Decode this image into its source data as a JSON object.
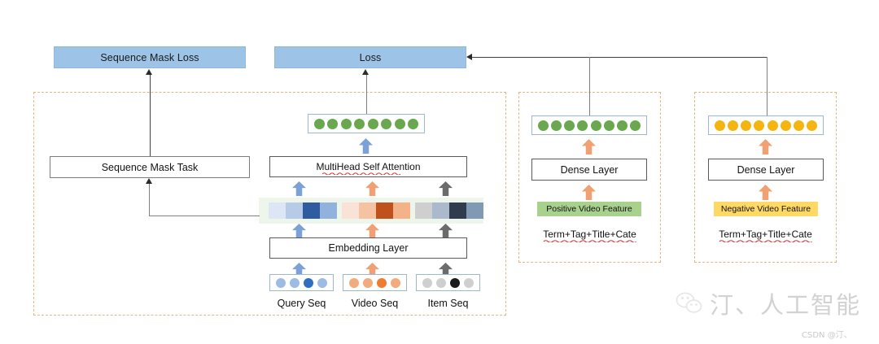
{
  "diagram": {
    "title_nodes": {
      "sequence_mask_loss": "Sequence Mask Loss",
      "loss": "Loss",
      "sequence_mask_task": "Sequence Mask Task",
      "multihead_self_attention": "MultiHead Self Attention",
      "embedding_layer": "Embedding Layer",
      "dense_layer_positive": "Dense Layer",
      "dense_layer_negative": "Dense Layer"
    },
    "chips": {
      "positive_video_feature": "Positive Video Feature",
      "negative_video_feature": "Negative Video Feature"
    },
    "feature_labels": {
      "positive": "Term+Tag+Title+Cate",
      "negative": "Term+Tag+Title+Cate"
    },
    "sequence_captions": {
      "query": "Query Seq",
      "video": "Video Seq",
      "item": "Item Seq"
    },
    "token_rows": {
      "attention_output": {
        "count": 8,
        "color": "#6aa84f"
      },
      "positive_output": {
        "count": 8,
        "color": "#6aa84f"
      },
      "negative_output": {
        "count": 8,
        "color": "#f5b510"
      },
      "query_seq": {
        "count": 4,
        "colors": [
          "#9dbce3",
          "#9dbce3",
          "#2f6fc0",
          "#9dbce3"
        ]
      },
      "video_seq": {
        "count": 4,
        "colors": [
          "#f2ab7c",
          "#f2ab7c",
          "#ed7d31",
          "#f2ab7c"
        ]
      },
      "item_seq": {
        "count": 4,
        "colors": [
          "#cfcfcf",
          "#cfcfcf",
          "#1c1c1c",
          "#cfcfcf"
        ]
      }
    },
    "gradient_bars": {
      "query": [
        "#dce6f4",
        "#b7cbe8",
        "#2f5c9e",
        "#92b2de"
      ],
      "video": [
        "#f9e3d6",
        "#f5c3a1",
        "#c1511c",
        "#f3b287"
      ],
      "item": [
        "#cfcfcf",
        "#aab9cb",
        "#303c4d",
        "#8099b5"
      ]
    },
    "arrow_colors": {
      "query": "#7ba1d7",
      "video": "#f0a072",
      "item": "#6b6b6b"
    },
    "palette": {
      "loss_box": "#9dc3e6",
      "panel_border": "#f0b27a",
      "highlight_band": "#eef6ec",
      "positive_chip": "#a9d18e",
      "negative_chip": "#ffd966",
      "connector": "#7f7f7f"
    }
  },
  "watermark": {
    "brand": "汀、人工智能",
    "credit": "CSDN @汀、",
    "icon": "wechat-icon"
  }
}
